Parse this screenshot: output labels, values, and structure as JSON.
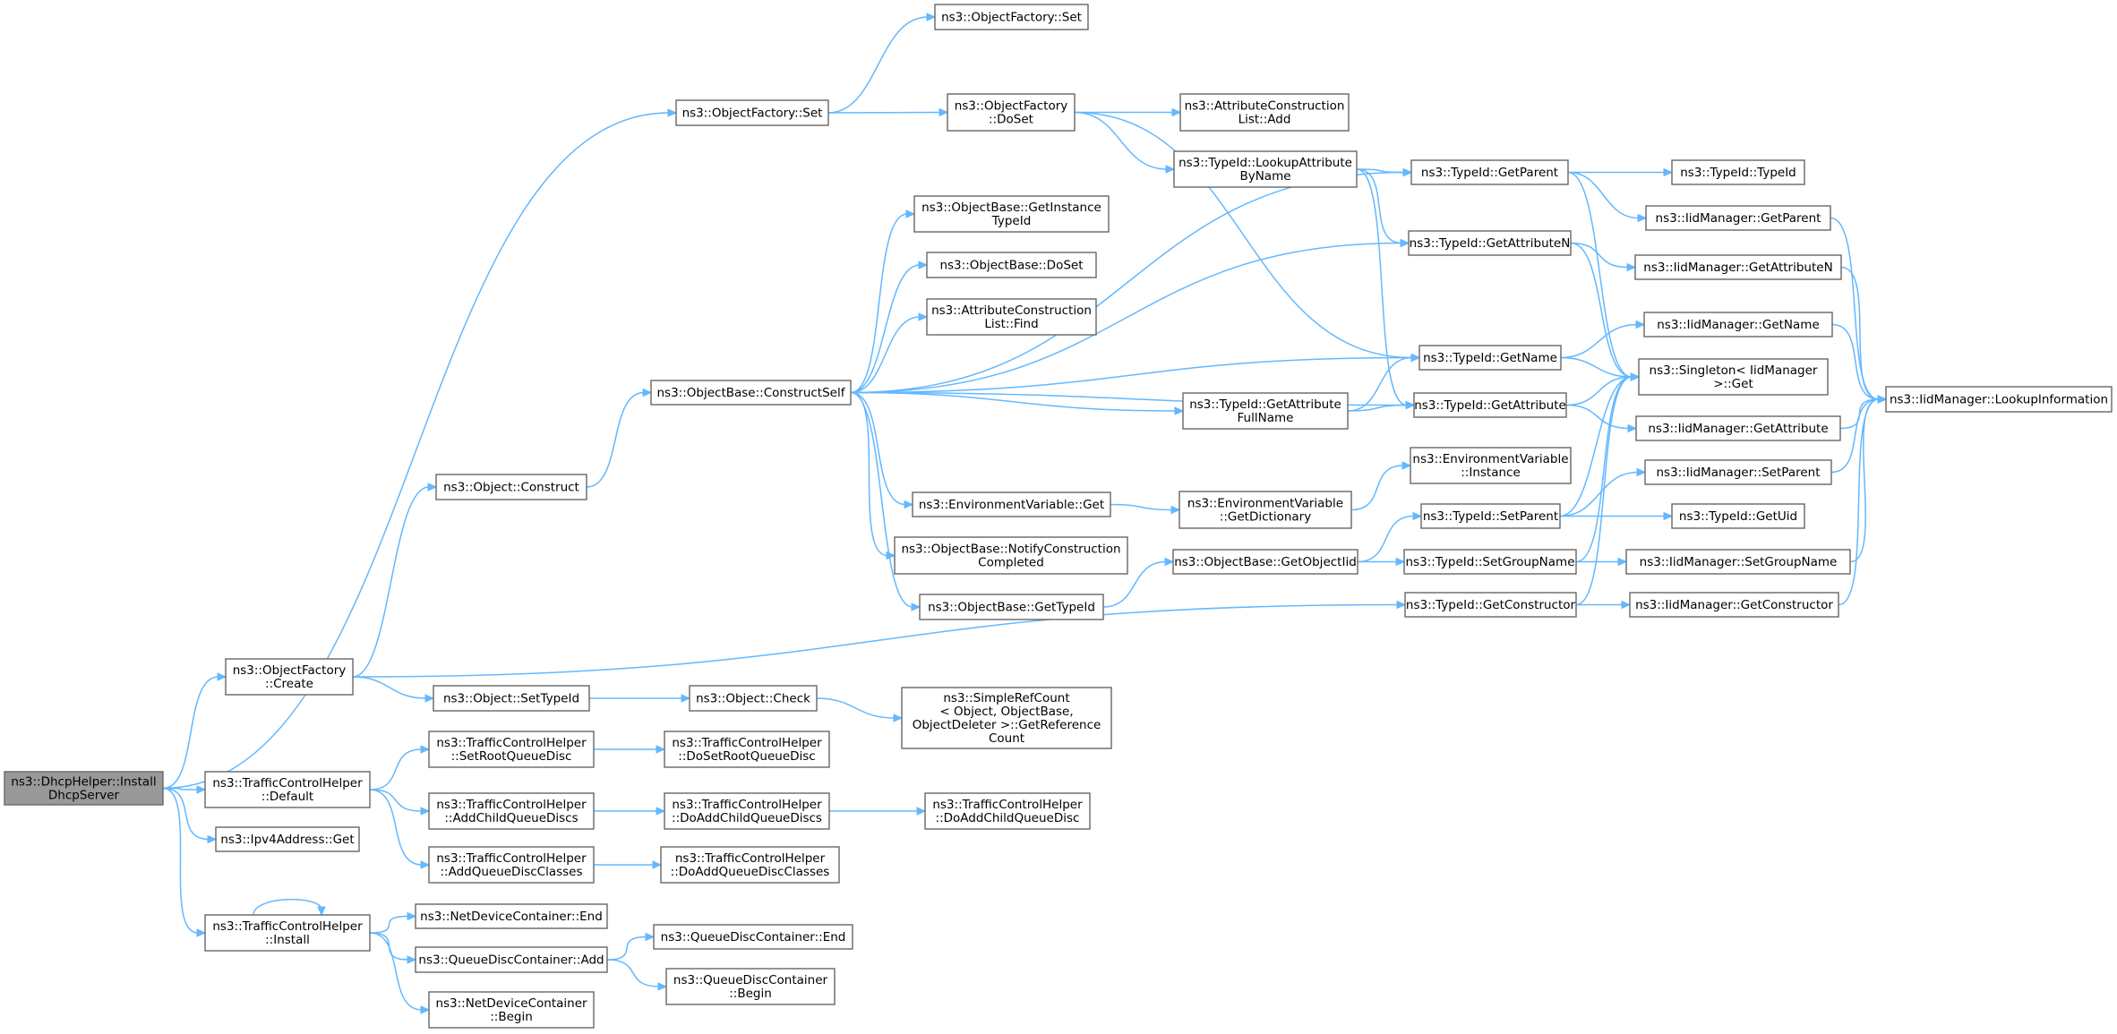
{
  "colors": {
    "edge": "#63b8ff",
    "node_border": "#666666",
    "root_fill": "#999999",
    "node_fill": "#ffffff"
  },
  "nodes": [
    {
      "id": "root",
      "lines": [
        "ns3::DhcpHelper::Install",
        "DhcpServer"
      ],
      "root": true
    },
    {
      "id": "of_set",
      "lines": [
        "ns3::ObjectFactory::Set"
      ]
    },
    {
      "id": "of_set2",
      "lines": [
        "ns3::ObjectFactory::Set"
      ]
    },
    {
      "id": "of_create",
      "lines": [
        "ns3::ObjectFactory",
        "::Create"
      ]
    },
    {
      "id": "tch_default",
      "lines": [
        "ns3::TrafficControlHelper",
        "::Default"
      ]
    },
    {
      "id": "ipv4_get",
      "lines": [
        "ns3::Ipv4Address::Get"
      ]
    },
    {
      "id": "tch_install",
      "lines": [
        "ns3::TrafficControlHelper",
        "::Install"
      ]
    },
    {
      "id": "of_doset",
      "lines": [
        "ns3::ObjectFactory",
        "::DoSet"
      ]
    },
    {
      "id": "acl_add",
      "lines": [
        "ns3::AttributeConstruction",
        "List::Add"
      ]
    },
    {
      "id": "tid_lookup",
      "lines": [
        "ns3::TypeId::LookupAttribute",
        "ByName"
      ]
    },
    {
      "id": "tid_getparent",
      "lines": [
        "ns3::TypeId::GetParent"
      ]
    },
    {
      "id": "tid_typeid",
      "lines": [
        "ns3::TypeId::TypeId"
      ]
    },
    {
      "id": "iid_getparent",
      "lines": [
        "ns3::IidManager::GetParent"
      ]
    },
    {
      "id": "tid_getattrn",
      "lines": [
        "ns3::TypeId::GetAttributeN"
      ]
    },
    {
      "id": "iid_getattrn",
      "lines": [
        "ns3::IidManager::GetAttributeN"
      ]
    },
    {
      "id": "ob_getinst",
      "lines": [
        "ns3::ObjectBase::GetInstance",
        "TypeId"
      ]
    },
    {
      "id": "ob_doset",
      "lines": [
        "ns3::ObjectBase::DoSet"
      ]
    },
    {
      "id": "acl_find",
      "lines": [
        "ns3::AttributeConstruction",
        "List::Find"
      ]
    },
    {
      "id": "ob_construct",
      "lines": [
        "ns3::ObjectBase::ConstructSelf"
      ]
    },
    {
      "id": "tid_getname",
      "lines": [
        "ns3::TypeId::GetName"
      ]
    },
    {
      "id": "iid_getname",
      "lines": [
        "ns3::IidManager::GetName"
      ]
    },
    {
      "id": "singleton",
      "lines": [
        "ns3::Singleton< IidManager",
        ">::Get"
      ]
    },
    {
      "id": "iid_lookup",
      "lines": [
        "ns3::IidManager::LookupInformation"
      ]
    },
    {
      "id": "tid_getattrfull",
      "lines": [
        "ns3::TypeId::GetAttribute",
        "FullName"
      ]
    },
    {
      "id": "tid_getattr",
      "lines": [
        "ns3::TypeId::GetAttribute"
      ]
    },
    {
      "id": "iid_getattr",
      "lines": [
        "ns3::IidManager::GetAttribute"
      ]
    },
    {
      "id": "obj_construct",
      "lines": [
        "ns3::Object::Construct"
      ]
    },
    {
      "id": "env_instance",
      "lines": [
        "ns3::EnvironmentVariable",
        "::Instance"
      ]
    },
    {
      "id": "env_get",
      "lines": [
        "ns3::EnvironmentVariable::Get"
      ]
    },
    {
      "id": "env_getdict",
      "lines": [
        "ns3::EnvironmentVariable",
        "::GetDictionary"
      ]
    },
    {
      "id": "iid_setparent",
      "lines": [
        "ns3::IidManager::SetParent"
      ]
    },
    {
      "id": "tid_setparent",
      "lines": [
        "ns3::TypeId::SetParent"
      ]
    },
    {
      "id": "tid_getuid",
      "lines": [
        "ns3::TypeId::GetUid"
      ]
    },
    {
      "id": "ob_notify",
      "lines": [
        "ns3::ObjectBase::NotifyConstruction",
        "Completed"
      ]
    },
    {
      "id": "ob_getobjectiid",
      "lines": [
        "ns3::ObjectBase::GetObjectIid"
      ]
    },
    {
      "id": "tid_setgroup",
      "lines": [
        "ns3::TypeId::SetGroupName"
      ]
    },
    {
      "id": "iid_setgroup",
      "lines": [
        "ns3::IidManager::SetGroupName"
      ]
    },
    {
      "id": "ob_gettypeid",
      "lines": [
        "ns3::ObjectBase::GetTypeId"
      ]
    },
    {
      "id": "tid_getctor",
      "lines": [
        "ns3::TypeId::GetConstructor"
      ]
    },
    {
      "id": "iid_getctor",
      "lines": [
        "ns3::IidManager::GetConstructor"
      ]
    },
    {
      "id": "obj_settypeid",
      "lines": [
        "ns3::Object::SetTypeId"
      ]
    },
    {
      "id": "obj_check",
      "lines": [
        "ns3::Object::Check"
      ]
    },
    {
      "id": "src_getref",
      "lines": [
        "ns3::SimpleRefCount",
        "< Object, ObjectBase,",
        "ObjectDeleter >::GetReference",
        "Count"
      ]
    },
    {
      "id": "tch_setroot",
      "lines": [
        "ns3::TrafficControlHelper",
        "::SetRootQueueDisc"
      ]
    },
    {
      "id": "tch_dosetroot",
      "lines": [
        "ns3::TrafficControlHelper",
        "::DoSetRootQueueDisc"
      ]
    },
    {
      "id": "tch_addchild",
      "lines": [
        "ns3::TrafficControlHelper",
        "::AddChildQueueDiscs"
      ]
    },
    {
      "id": "tch_doaddchilds",
      "lines": [
        "ns3::TrafficControlHelper",
        "::DoAddChildQueueDiscs"
      ]
    },
    {
      "id": "tch_doaddchild",
      "lines": [
        "ns3::TrafficControlHelper",
        "::DoAddChildQueueDisc"
      ]
    },
    {
      "id": "tch_addclasses",
      "lines": [
        "ns3::TrafficControlHelper",
        "::AddQueueDiscClasses"
      ]
    },
    {
      "id": "tch_doaddclasses",
      "lines": [
        "ns3::TrafficControlHelper",
        "::DoAddQueueDiscClasses"
      ]
    },
    {
      "id": "ndc_end",
      "lines": [
        "ns3::NetDeviceContainer::End"
      ]
    },
    {
      "id": "qdc_end",
      "lines": [
        "ns3::QueueDiscContainer::End"
      ]
    },
    {
      "id": "qdc_add",
      "lines": [
        "ns3::QueueDiscContainer::Add"
      ]
    },
    {
      "id": "qdc_begin",
      "lines": [
        "ns3::QueueDiscContainer",
        "::Begin"
      ]
    },
    {
      "id": "ndc_begin",
      "lines": [
        "ns3::NetDeviceContainer",
        "::Begin"
      ]
    }
  ],
  "edges": [
    [
      "root",
      "of_set"
    ],
    [
      "root",
      "of_create"
    ],
    [
      "root",
      "tch_default"
    ],
    [
      "root",
      "ipv4_get"
    ],
    [
      "root",
      "tch_install"
    ],
    [
      "of_set",
      "of_set2"
    ],
    [
      "of_set",
      "of_doset"
    ],
    [
      "of_doset",
      "acl_add"
    ],
    [
      "of_doset",
      "tid_lookup"
    ],
    [
      "of_doset",
      "tid_getname"
    ],
    [
      "tid_lookup",
      "tid_getparent"
    ],
    [
      "tid_lookup",
      "tid_getattrn"
    ],
    [
      "tid_lookup",
      "tid_getattr"
    ],
    [
      "tid_getparent",
      "tid_typeid"
    ],
    [
      "tid_getparent",
      "iid_getparent"
    ],
    [
      "tid_getparent",
      "singleton"
    ],
    [
      "iid_getparent",
      "iid_lookup"
    ],
    [
      "tid_getattrn",
      "iid_getattrn"
    ],
    [
      "tid_getattrn",
      "singleton"
    ],
    [
      "iid_getattrn",
      "iid_lookup"
    ],
    [
      "tid_getname",
      "iid_getname"
    ],
    [
      "tid_getname",
      "singleton"
    ],
    [
      "iid_getname",
      "iid_lookup"
    ],
    [
      "tid_getattr",
      "singleton"
    ],
    [
      "tid_getattr",
      "iid_getattr"
    ],
    [
      "iid_getattr",
      "iid_lookup"
    ],
    [
      "of_create",
      "obj_construct"
    ],
    [
      "of_create",
      "tid_getctor"
    ],
    [
      "of_create",
      "obj_settypeid"
    ],
    [
      "obj_construct",
      "ob_construct"
    ],
    [
      "ob_construct",
      "tid_getparent"
    ],
    [
      "ob_construct",
      "tid_getattrn"
    ],
    [
      "ob_construct",
      "ob_getinst"
    ],
    [
      "ob_construct",
      "ob_doset"
    ],
    [
      "ob_construct",
      "acl_find"
    ],
    [
      "ob_construct",
      "tid_getname"
    ],
    [
      "ob_construct",
      "tid_getattrfull"
    ],
    [
      "ob_construct",
      "tid_getattr"
    ],
    [
      "ob_construct",
      "env_get"
    ],
    [
      "ob_construct",
      "ob_notify"
    ],
    [
      "ob_construct",
      "ob_gettypeid"
    ],
    [
      "tid_getattrfull",
      "tid_getname"
    ],
    [
      "tid_getattrfull",
      "tid_getattr"
    ],
    [
      "env_get",
      "env_getdict"
    ],
    [
      "env_getdict",
      "env_instance"
    ],
    [
      "ob_gettypeid",
      "ob_getobjectiid"
    ],
    [
      "ob_getobjectiid",
      "tid_setparent"
    ],
    [
      "ob_getobjectiid",
      "tid_setgroup"
    ],
    [
      "tid_setparent",
      "singleton"
    ],
    [
      "tid_setparent",
      "iid_setparent"
    ],
    [
      "tid_setparent",
      "tid_getuid"
    ],
    [
      "iid_setparent",
      "iid_lookup"
    ],
    [
      "tid_setgroup",
      "singleton"
    ],
    [
      "tid_setgroup",
      "iid_setgroup"
    ],
    [
      "iid_setgroup",
      "iid_lookup"
    ],
    [
      "tid_getctor",
      "singleton"
    ],
    [
      "tid_getctor",
      "iid_getctor"
    ],
    [
      "iid_getctor",
      "iid_lookup"
    ],
    [
      "obj_settypeid",
      "obj_check"
    ],
    [
      "obj_check",
      "src_getref"
    ],
    [
      "tch_default",
      "tch_setroot"
    ],
    [
      "tch_default",
      "tch_addchild"
    ],
    [
      "tch_default",
      "tch_addclasses"
    ],
    [
      "tch_setroot",
      "tch_dosetroot"
    ],
    [
      "tch_addchild",
      "tch_doaddchilds"
    ],
    [
      "tch_doaddchilds",
      "tch_doaddchild"
    ],
    [
      "tch_addclasses",
      "tch_doaddclasses"
    ],
    [
      "tch_install",
      "tch_install"
    ],
    [
      "tch_install",
      "ndc_end"
    ],
    [
      "tch_install",
      "qdc_add"
    ],
    [
      "tch_install",
      "ndc_begin"
    ],
    [
      "qdc_add",
      "qdc_end"
    ],
    [
      "qdc_add",
      "qdc_begin"
    ]
  ]
}
